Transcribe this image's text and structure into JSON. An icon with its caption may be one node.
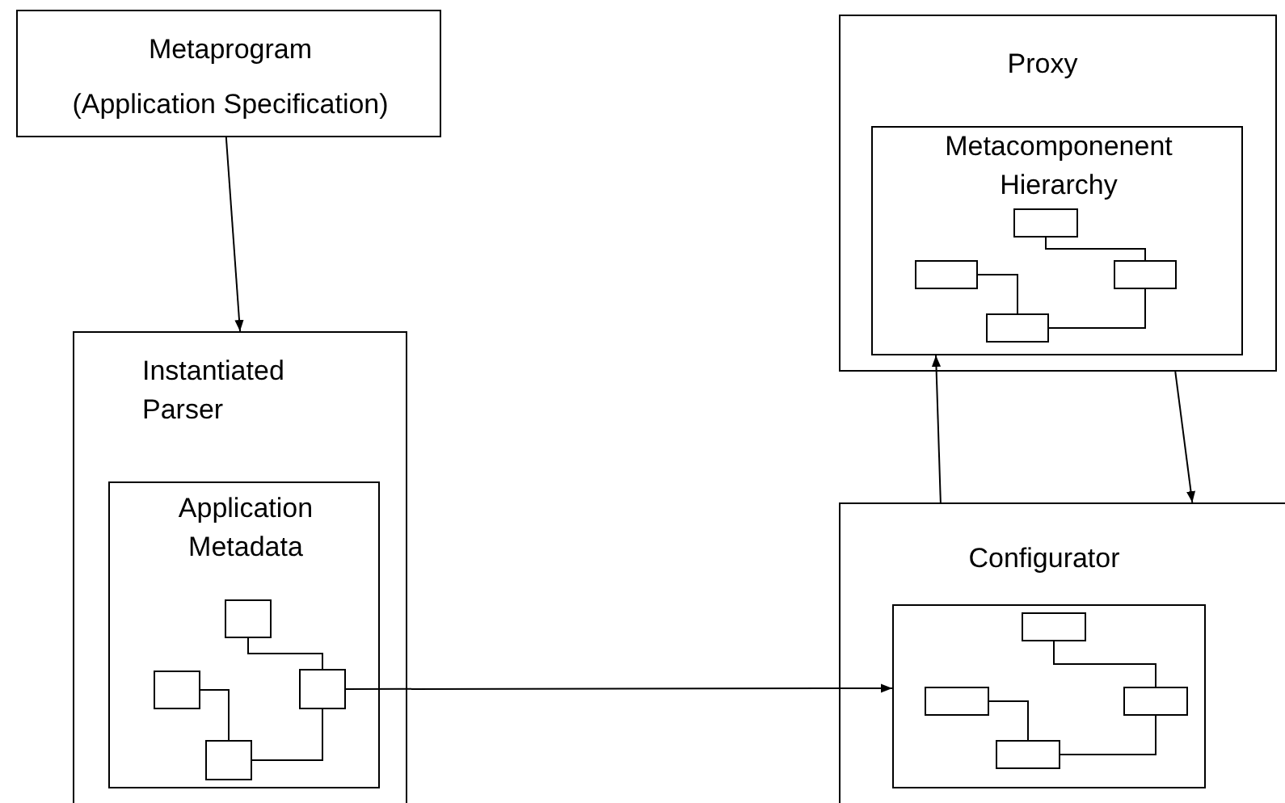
{
  "diagram": {
    "nodes": [
      {
        "text": [
          "Metaprogram",
          "(Application Specification)"
        ]
      },
      {
        "text": [
          "Instantiated Parser"
        ]
      },
      {
        "text": [
          "Application Metadata"
        ],
        "in": 1
      },
      {
        "text": [],
        "shape": "box",
        "in": 2
      },
      {
        "text": [],
        "shape": "box",
        "in": 2
      },
      {
        "text": [],
        "shape": "box",
        "in": 2
      },
      {
        "text": [],
        "shape": "box",
        "in": 2
      },
      {
        "text": [
          "Proxy"
        ]
      },
      {
        "text": [
          "Metacomponenent Hierarchy"
        ],
        "in": 7
      },
      {
        "text": [],
        "shape": "box",
        "in": 8
      },
      {
        "text": [],
        "shape": "box",
        "in": 8
      },
      {
        "text": [],
        "shape": "box",
        "in": 8
      },
      {
        "text": [],
        "shape": "box",
        "in": 8
      },
      {
        "text": [
          "Configurator"
        ]
      },
      {
        "text": [],
        "shape": "box",
        "in": 13
      },
      {
        "text": [],
        "shape": "box",
        "in": 14
      },
      {
        "text": [],
        "shape": "box",
        "in": 14
      },
      {
        "text": [],
        "shape": "box",
        "in": 14
      },
      {
        "text": [],
        "shape": "box",
        "in": 14
      }
    ],
    "edges": [
      {
        "from": 0,
        "to": 1,
        "arrow": "to"
      },
      {
        "from": 3,
        "to": 5,
        "arrow": "none"
      },
      {
        "from": 4,
        "to": 6,
        "arrow": "none"
      },
      {
        "from": 6,
        "to": 5,
        "arrow": "none"
      },
      {
        "from": 5,
        "to": 14,
        "arrow": "to"
      },
      {
        "from": 9,
        "to": 11,
        "arrow": "none"
      },
      {
        "from": 10,
        "to": 12,
        "arrow": "none"
      },
      {
        "from": 12,
        "to": 11,
        "arrow": "none"
      },
      {
        "from": 13,
        "to": 8,
        "arrow": "to"
      },
      {
        "from": 7,
        "to": 13,
        "arrow": "to"
      },
      {
        "from": 15,
        "to": 17,
        "arrow": "none"
      },
      {
        "from": 16,
        "to": 18,
        "arrow": "none"
      },
      {
        "from": 18,
        "to": 17,
        "arrow": "none"
      }
    ]
  }
}
